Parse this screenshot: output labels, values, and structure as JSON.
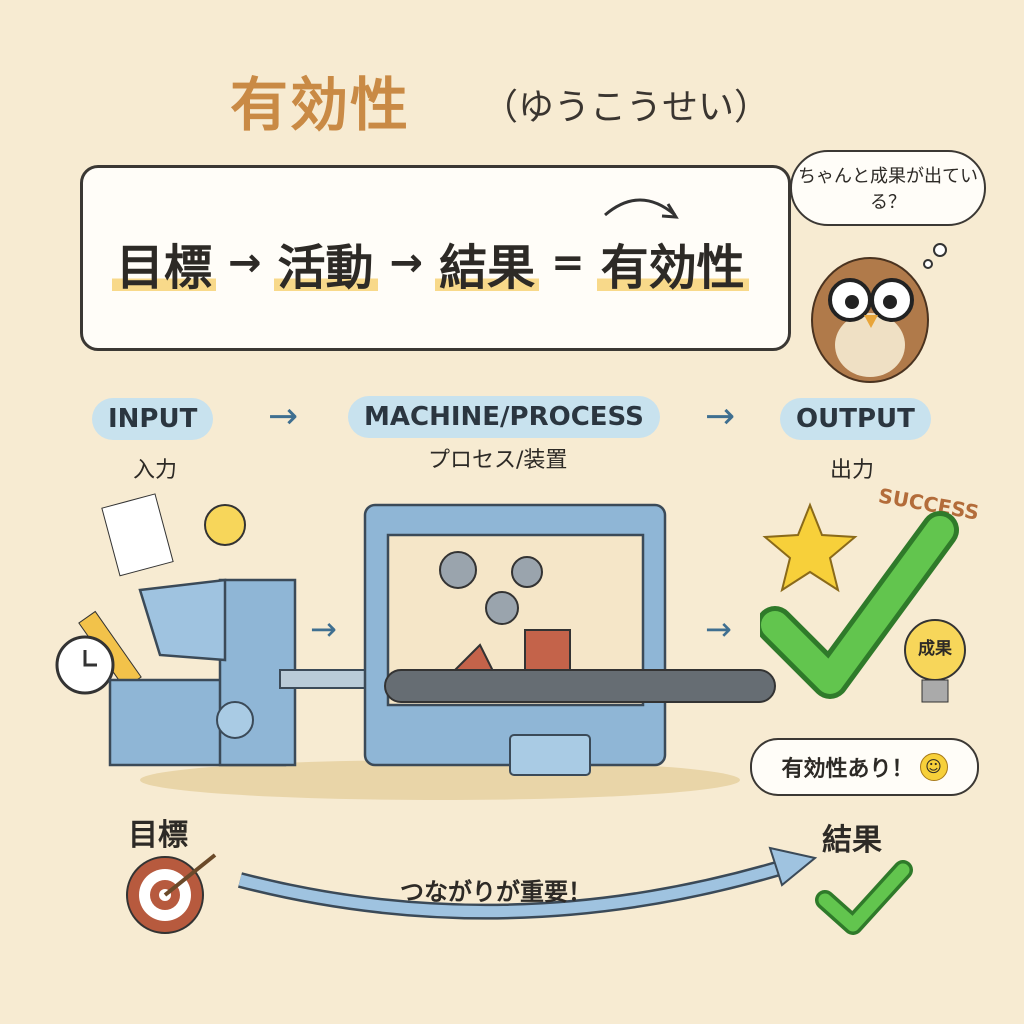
{
  "title": {
    "main": "有効性",
    "reading": "（ゆうこうせい）"
  },
  "formula": {
    "terms": [
      "目標",
      "活動",
      "結果",
      "有効性"
    ],
    "arrow": "→",
    "equals": "="
  },
  "owl": {
    "speech": "ちゃんと成果が出ている？"
  },
  "flow": {
    "input": {
      "label": "INPUT",
      "sub": "入力"
    },
    "process": {
      "label": "MACHINE/PROCESS",
      "sub": "プロセス/装置"
    },
    "output": {
      "label": "OUTPUT",
      "sub": "出力"
    },
    "arrow": "→"
  },
  "output_area": {
    "success": "SUCCESS",
    "bulb_text": "成果",
    "result_bubble": "有効性あり！"
  },
  "bottom": {
    "goal": "目標",
    "result": "結果",
    "connection": "つながりが重要！"
  },
  "colors": {
    "background": "#f7ebd2",
    "title": "#c98a45",
    "pill": "#c8e2ee",
    "machine": "#8fb6d6",
    "check": "#5cc24a",
    "highlight": "#f8d98a"
  }
}
